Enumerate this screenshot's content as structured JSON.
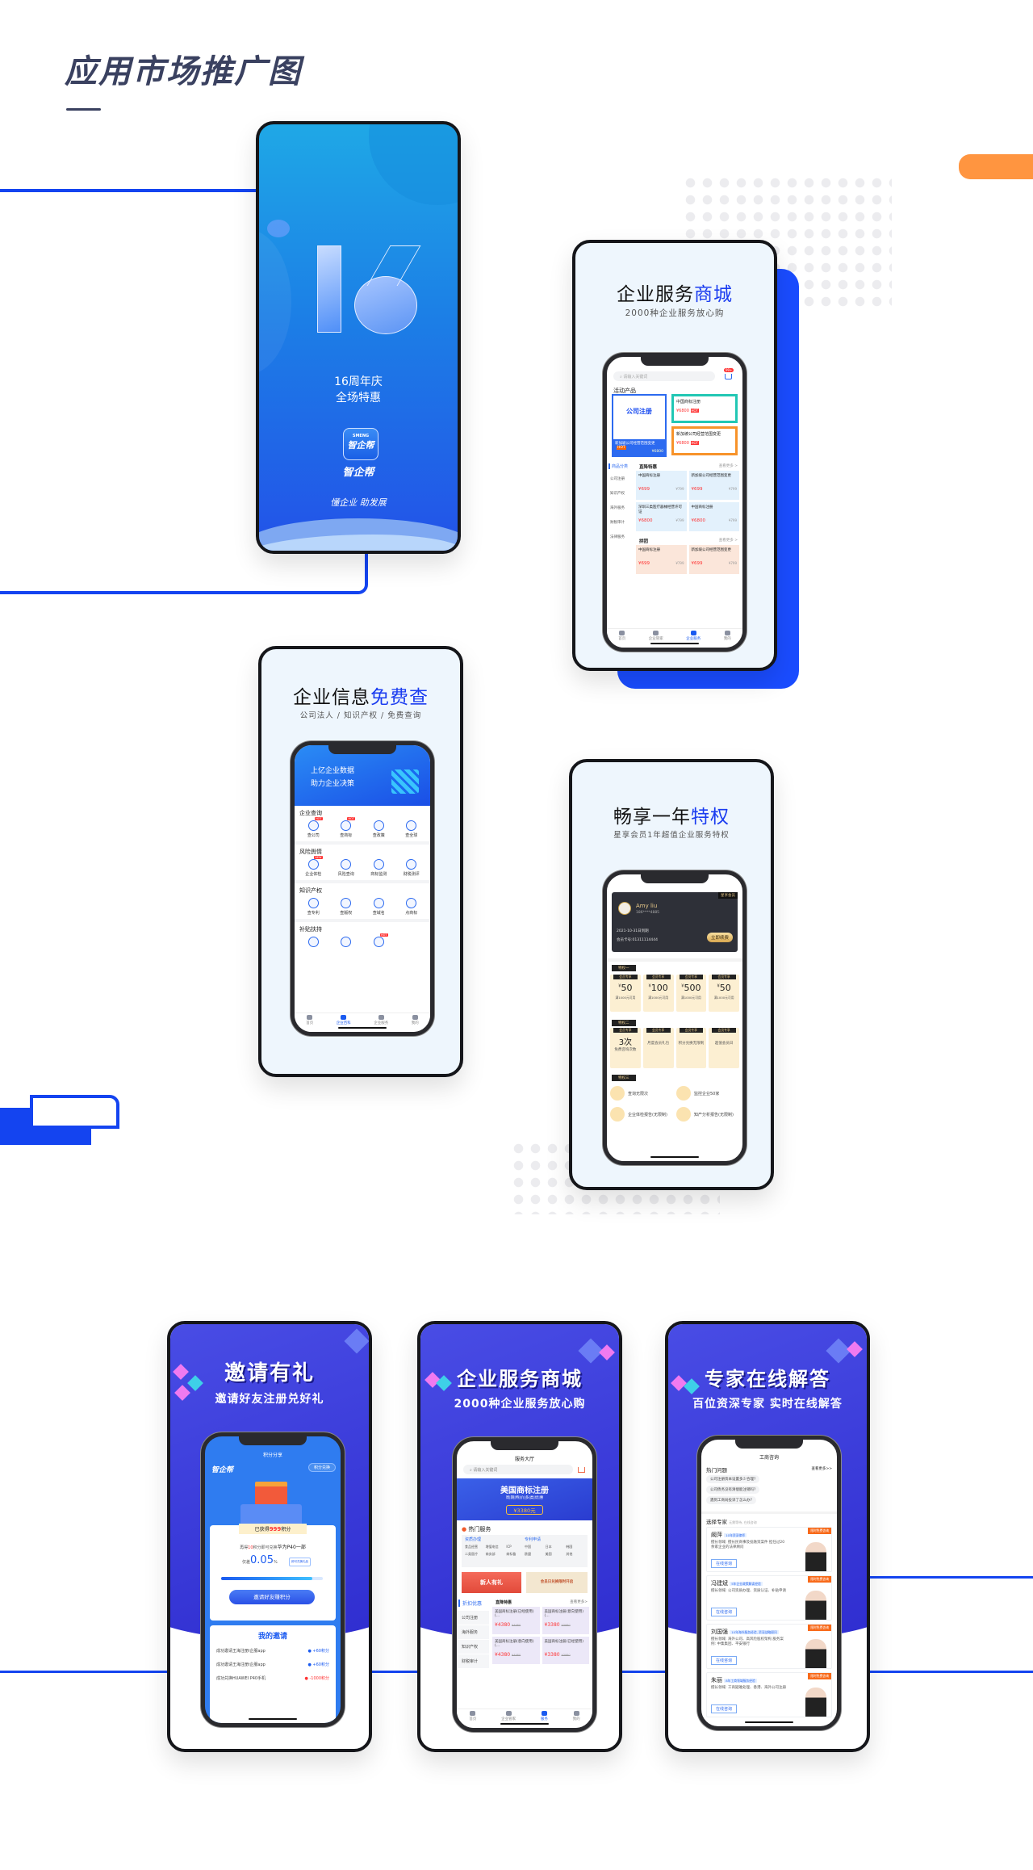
{
  "page": {
    "title": "应用市场推广图"
  },
  "colors": {
    "accent_blue": "#1444f0",
    "title": "#3a4160",
    "orange": "#ff9540",
    "card_bg": "#eef6fd",
    "purple_bg": "#3b40dc"
  },
  "splash": {
    "big_number": "16",
    "line1": "16周年庆",
    "line2": "全场特惠",
    "logo_brand": "SMENG",
    "logo_text": "智企帮",
    "app_name": "智企帮",
    "slogan": "懂企业 助发展"
  },
  "mall": {
    "title_main": "企业服务",
    "title_hl": "商城",
    "subtitle": "2000种企业服务放心购",
    "search_placeholder": "请输入关键词",
    "cart_badge": "99+",
    "section": "活动产品",
    "promo_main": {
      "title": "公司注册",
      "footer": "新加坡公司经营范围变更",
      "tag": "HOT",
      "price": "¥6800"
    },
    "promo_cards": [
      {
        "title": "中国商标注册",
        "price": "¥6800",
        "tag": "HOT"
      },
      {
        "title": "新加坡公司经营范围变更",
        "price": "¥6800",
        "tag": "HOT"
      }
    ],
    "side_active": "商品分类",
    "side_items": [
      "公司注册",
      "知识产权",
      "海外服务",
      "财税审计",
      "法律服务"
    ],
    "deal_title": "直降特惠",
    "more": "查看更多 >",
    "deals": [
      {
        "name": "中国商标注册",
        "price": "¥699",
        "old": "¥799"
      },
      {
        "name": "新加坡公司经营范围变更",
        "price": "¥699",
        "old": "¥799"
      },
      {
        "name": "深圳三类医疗器械经营许可证",
        "price": "¥6800",
        "old": "¥799"
      },
      {
        "name": "中国商标注册",
        "price": "¥6800",
        "old": "¥799"
      }
    ],
    "group_title": "拼团",
    "group": [
      {
        "name": "中国商标注册",
        "price": "¥699",
        "old": "¥799"
      },
      {
        "name": "新加坡公司经营范围变更",
        "price": "¥699",
        "old": "¥799"
      }
    ],
    "tabs": [
      "首页",
      "企业管家",
      "企业服务",
      "我的"
    ]
  },
  "info": {
    "title_main": "企业信息",
    "title_hl": "免费查",
    "subtitle": "公司法人 / 知识产权 / 免费查询",
    "banner": [
      "上亿企业数据",
      "助力企业决策"
    ],
    "sections": [
      {
        "title": "企业查询",
        "items": [
          {
            "label": "查公司",
            "badge": "HOT"
          },
          {
            "label": "查商标",
            "badge": "HOT"
          },
          {
            "label": "查政策"
          },
          {
            "label": "查全球"
          }
        ]
      },
      {
        "title": "风险舆情",
        "items": [
          {
            "label": "企业体检",
            "badge": "NEW"
          },
          {
            "label": "风险查询"
          },
          {
            "label": "商标监测"
          },
          {
            "label": "财税测评"
          }
        ]
      },
      {
        "title": "知识产权",
        "items": [
          {
            "label": "查专利"
          },
          {
            "label": "查版权"
          },
          {
            "label": "查域名"
          },
          {
            "label": "点商标"
          }
        ]
      },
      {
        "title": "补贴扶持",
        "items": [
          {
            "label": ""
          },
          {
            "label": ""
          },
          {
            "label": "",
            "badge": "HOT"
          }
        ]
      }
    ],
    "tabs": [
      "首页",
      "企业百科",
      "企业服务",
      "我的"
    ]
  },
  "vip": {
    "title_main": "畅享一年",
    "title_hl": "特权",
    "subtitle": "星享会员1年超值企业服务特权",
    "card_tag": "星享会员",
    "user": "Amy liu",
    "phone": "186****4885",
    "expire": "2021-10-31日到期",
    "card_no": "会员卡号:01311114444",
    "renew": "立即续费",
    "p1": "特权一",
    "p2": "特权二",
    "p3": "特权三",
    "exclusive": "会员专享",
    "coupons": [
      {
        "amount": "50",
        "cond": "满1000元可用"
      },
      {
        "amount": "100",
        "cond": "满1000元可用"
      },
      {
        "amount": "500",
        "cond": "满1000元可用"
      },
      {
        "amount": "50",
        "cond": "满1000元可用"
      }
    ],
    "perks": [
      {
        "big": "3次",
        "text": "免费咨询次数"
      },
      {
        "text": "月度会员礼包"
      },
      {
        "text": "积分兑换无限制"
      },
      {
        "text": "超值会员日"
      }
    ],
    "services": [
      "查询无限次",
      "监控企业50家",
      "企业体检报告(无限制)",
      "知产分析报告(无限制)"
    ]
  },
  "invite": {
    "title": "邀请有礼",
    "subtitle": "邀请好友注册兑好礼",
    "header": "积分分享",
    "logo": "智企帮",
    "exchange": "积分兑换",
    "earned_pre": "已获得",
    "earned_num": "999",
    "earned_post": "积分",
    "need_pre": "再得",
    "need_num": "10",
    "need_mid": "积分即可兑换",
    "need_prize": "华为P40一部",
    "gap_label": "仅差",
    "gap_value": "0.05",
    "gap_unit": "%",
    "gift_btn": "即可兑换礼品",
    "progress": 0.9,
    "cta": "邀请好友赚积分",
    "my_title": "我的邀请",
    "records": [
      {
        "text": "成功邀请王海注册i企服app",
        "points": "+60积分"
      },
      {
        "text": "成功邀请王海注册i企服app",
        "points": "+60积分"
      },
      {
        "text": "成功兑换HUAWEI P40手机",
        "points": "-1000积分"
      }
    ]
  },
  "shop": {
    "title": "企业服务商城",
    "subtitle": "2000种企业服务放心购",
    "header": "服务大厅",
    "search_placeholder": "请输入关键词",
    "banner_title": "美国商标注册",
    "banner_sub": "周|期|特|价|多|类|优|惠",
    "banner_price": "¥3380元",
    "hot_title": "热门服务",
    "hot_left_title": "资质办理",
    "hot_left": [
      "食品经营",
      "增值电信",
      "ICP",
      "二类医疗",
      "商务部",
      "商标备"
    ],
    "hot_right_title": "专利申请",
    "hot_right": [
      "中国",
      "日本",
      "韩国",
      "欧盟",
      "美国",
      "其他"
    ],
    "promo1": "新人有礼",
    "promo2": "会员日兑换限时开启",
    "side_active": "折扣优惠",
    "side_items": [
      "公司注册",
      "海外服务",
      "知识产权",
      "财税审计"
    ],
    "deal_title": "直降特惠",
    "more": "查看更多>",
    "deals": [
      {
        "name": "美国商标注册(已经使用)(…",
        "price": "¥4380",
        "old": "¥4980"
      },
      {
        "name": "美国商标注册(意向使用)(…",
        "price": "¥3380",
        "old": "¥3980"
      },
      {
        "name": "美国商标注册(意向使用)(…",
        "price": "¥4380",
        "old": "¥4980"
      },
      {
        "name": "美国商标注册(已经使用)",
        "price": "¥3380",
        "old": "¥3980"
      }
    ],
    "tabs": [
      "首页",
      "企业管家",
      "服务",
      "我的"
    ]
  },
  "expert": {
    "title": "专家在线解答",
    "subtitle": "百位资深专家  实时在线解答",
    "header": "工商咨询",
    "hot_q": "热门问题",
    "more": "查看更多>>",
    "questions": [
      "公司注册资本设置多少合理?",
      "公司债务没有清偿能注销吗?",
      "遇到工商局投诉了怎么办?"
    ],
    "choose": "选择专家",
    "choose_hint": "无需等待, 在线咨询",
    "free_tag": "限时免费咨询",
    "consult": "在线咨询",
    "experts": [
      {
        "name": "阚萍",
        "tag": "10年资深律师",
        "desc": "擅长领域: 擅长民商事及投融资案件 担任过20余家企业的法律顾问"
      },
      {
        "name": "冯建斌",
        "tag": "5年企业政策解读经验",
        "desc": "擅长领域: 公司资质办理、资质认证、补贴申请"
      },
      {
        "name": "刘国强",
        "tag": "10年海外服务经验, 资深战略顾问",
        "desc": "擅长领域: 海外公司、高风险股权架构 服务案例: 中集集团、平安银行"
      },
      {
        "name": "朱丽",
        "tag": "8年工商领域服务经验",
        "desc": "擅长领域: 工商疑难处理、香港、海外公司注册"
      }
    ]
  }
}
